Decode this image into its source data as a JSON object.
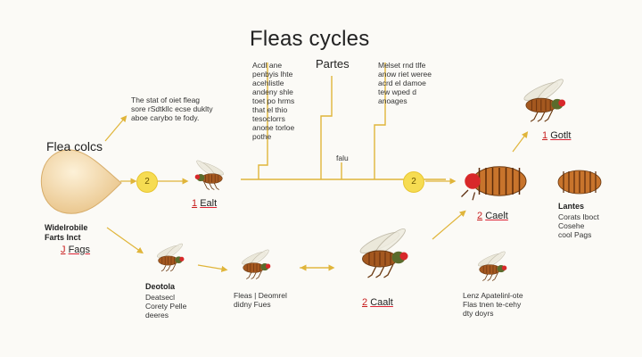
{
  "title": "Fleas cycles",
  "stages_header": "Partes",
  "top_note_left": "Acdl ane\npenbyis lhte\nacehlistle\nandeny shle\ntoet po hrms\nthat el thio\ntesoclorrs\nanone torloe\npothe",
  "top_note_right": "Melset rnd tlfe\nanow riet weree\nacrd el damoe\ntew wped d\nanoages",
  "mid_note_left": "The stat of oiet fleag\nsore rSdtkllc ecse duklty\naboe carybo te fody.",
  "center_tag": "falu",
  "egg_title": "Flea colcs",
  "egg_caption": "Widelrobile\nFarts lnct",
  "egg_num": "J",
  "egg_label": "Fags",
  "circle_left": "2",
  "circle_right": "2",
  "stage_1_num": "1",
  "stage_1_label": "Ealt",
  "stage_2_num": "2",
  "stage_2_label": "Caelt",
  "adult_num": "1",
  "adult_label": "Gotlt",
  "bottom_center_num": "2",
  "bottom_center_label": "Caalt",
  "right_desc_title": "Lantes",
  "right_desc": "Corats Iboct\nCosehe\ncool Pags",
  "bottom_left_title": "Deotola",
  "bottom_left_desc": "Deatsecl\nCorety Pelle\ndeeres",
  "bottom_mid_desc": "Fleas | Deomrel\ndidny Fues",
  "bottom_right_desc": "Lenz Apatelinl-ote\nFlas tnen te-cehy\ndty doyrs",
  "colors": {
    "line": "#e0b53a",
    "egg": "#f3d9a6",
    "circle": "#f6dc52",
    "accent_red": "#c81e1e",
    "flea_body": "#a4581f",
    "flea_eye": "#d8282a"
  }
}
